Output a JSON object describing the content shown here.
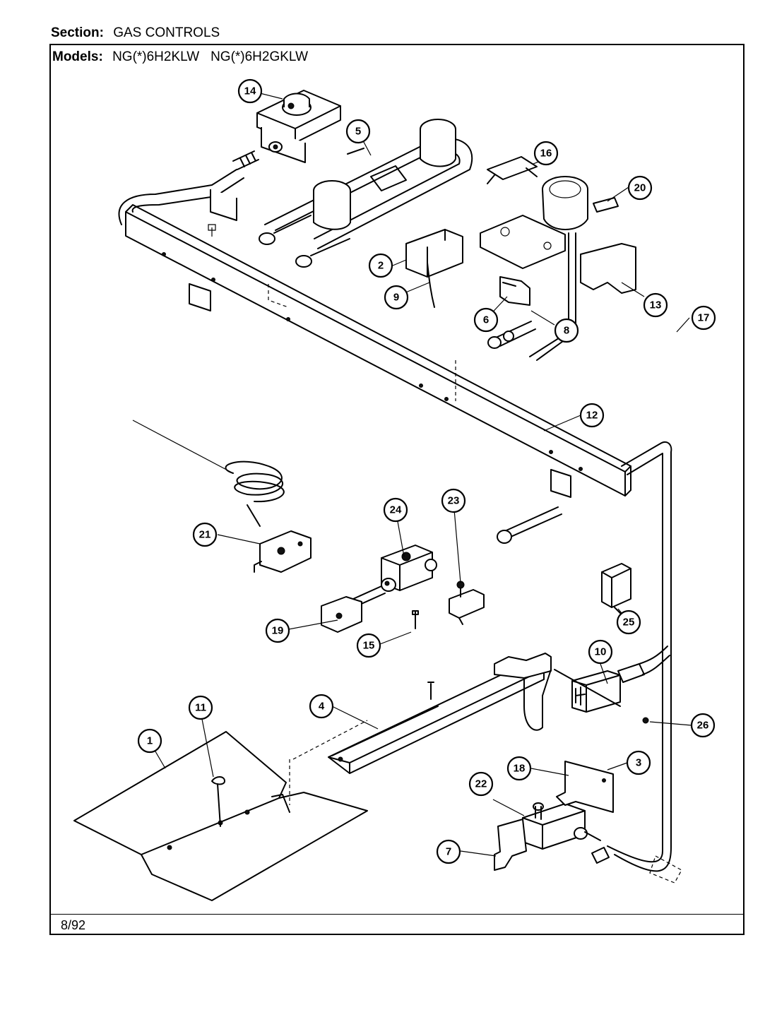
{
  "header": {
    "section_label": "Section:",
    "section_value": "GAS CONTROLS",
    "models_label": "Models:",
    "models_value": "NG(*)6H2KLW   NG(*)6H2GKLW"
  },
  "footer": {
    "date": "8/92"
  },
  "callouts": [
    "1",
    "2",
    "3",
    "4",
    "5",
    "6",
    "7",
    "8",
    "9",
    "10",
    "11",
    "12",
    "13",
    "14",
    "15",
    "16",
    "17",
    "18",
    "19",
    "20",
    "21",
    "22",
    "23",
    "24",
    "25",
    "26"
  ]
}
